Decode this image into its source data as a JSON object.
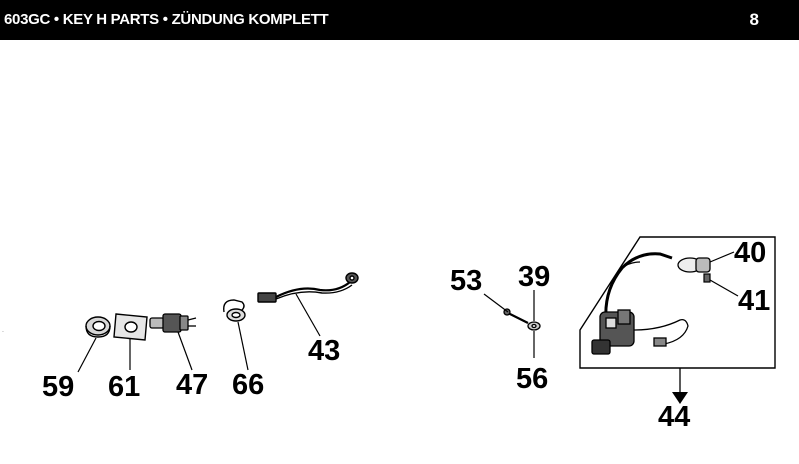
{
  "header": {
    "title": "603GC • KEY H PARTS • ZÜNDUNG KOMPLETT",
    "page_number": "8"
  },
  "callouts": {
    "c59": "59",
    "c61": "61",
    "c47": "47",
    "c66": "66",
    "c43": "43",
    "c53": "53",
    "c39": "39",
    "c56": "56",
    "c40": "40",
    "c41": "41",
    "c44": "44"
  },
  "colors": {
    "header_bg": "#000000",
    "header_text": "#ffffff",
    "line_art": "#000000"
  }
}
